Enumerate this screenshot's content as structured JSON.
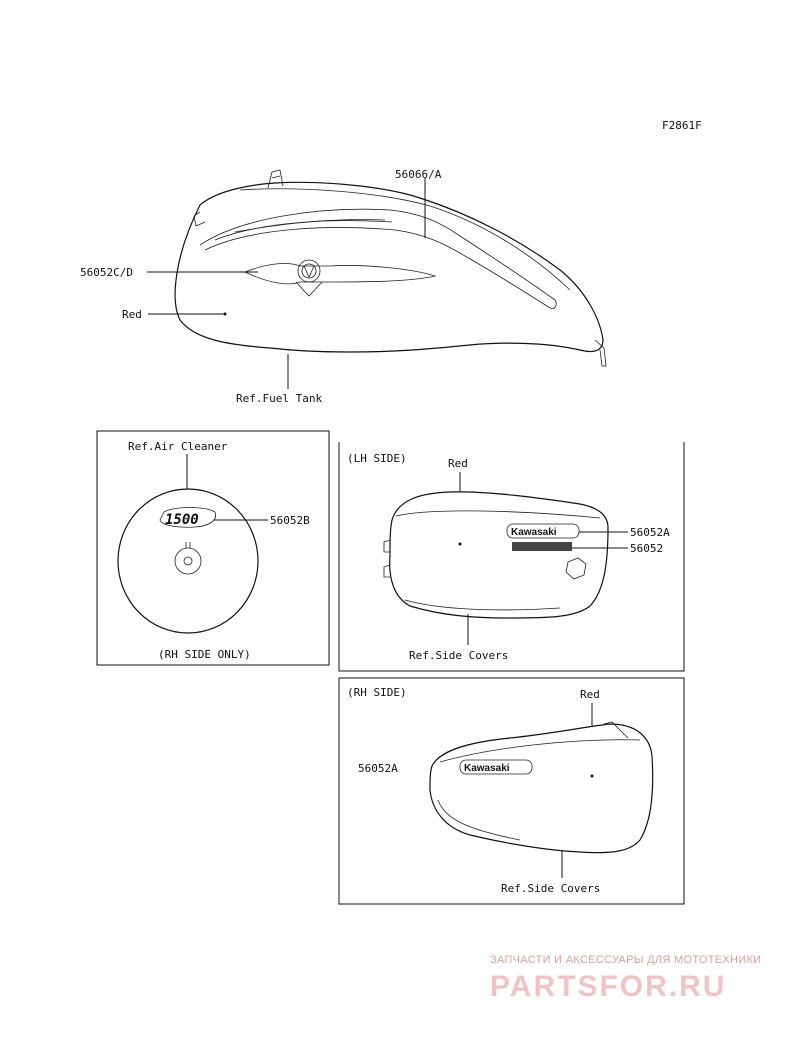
{
  "figure_code": "F2861F",
  "fuel_tank": {
    "part_a": "56066/A",
    "part_b": "56052C/D",
    "color": "Red",
    "ref": "Ref.Fuel Tank"
  },
  "air_cleaner": {
    "ref": "Ref.Air Cleaner",
    "part": "56052B",
    "emblem": "1500",
    "note": "(RH SIDE ONLY)"
  },
  "lh_side": {
    "title": "(LH SIDE)",
    "color": "Red",
    "part_a": "56052A",
    "part_b": "56052",
    "emblem": "Kawasaki",
    "ref": "Ref.Side Covers"
  },
  "rh_side": {
    "title": "(RH SIDE)",
    "color": "Red",
    "part": "56052A",
    "emblem": "Kawasaki",
    "ref": "Ref.Side Covers"
  },
  "watermark": {
    "tagline": "ЗАПЧАСТИ И АКСЕССУАРЫ ДЛЯ МОТОТЕХНИКИ",
    "brand": "PARTSFOR.RU",
    "color": "#e8a0a0"
  }
}
